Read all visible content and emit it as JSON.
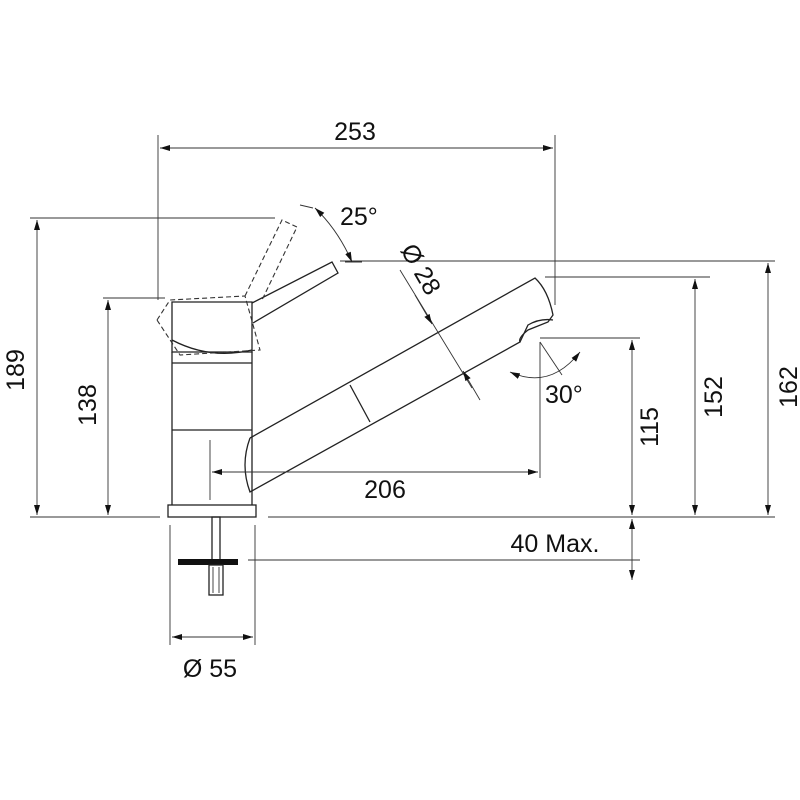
{
  "drawing": {
    "dimensions": {
      "total_length": "253",
      "total_height": "189",
      "body_height": "138",
      "spout_outlet_height": "115",
      "spout_height": "152",
      "lever_height": "162",
      "spout_reach": "206",
      "deck_thickness": "40 Max.",
      "base_diameter": "Ø 55",
      "spout_diameter": "Ø 28",
      "lever_angle": "25°",
      "swivel_angle": "30°"
    },
    "colors": {
      "line": "#222222",
      "background": "#ffffff"
    }
  }
}
